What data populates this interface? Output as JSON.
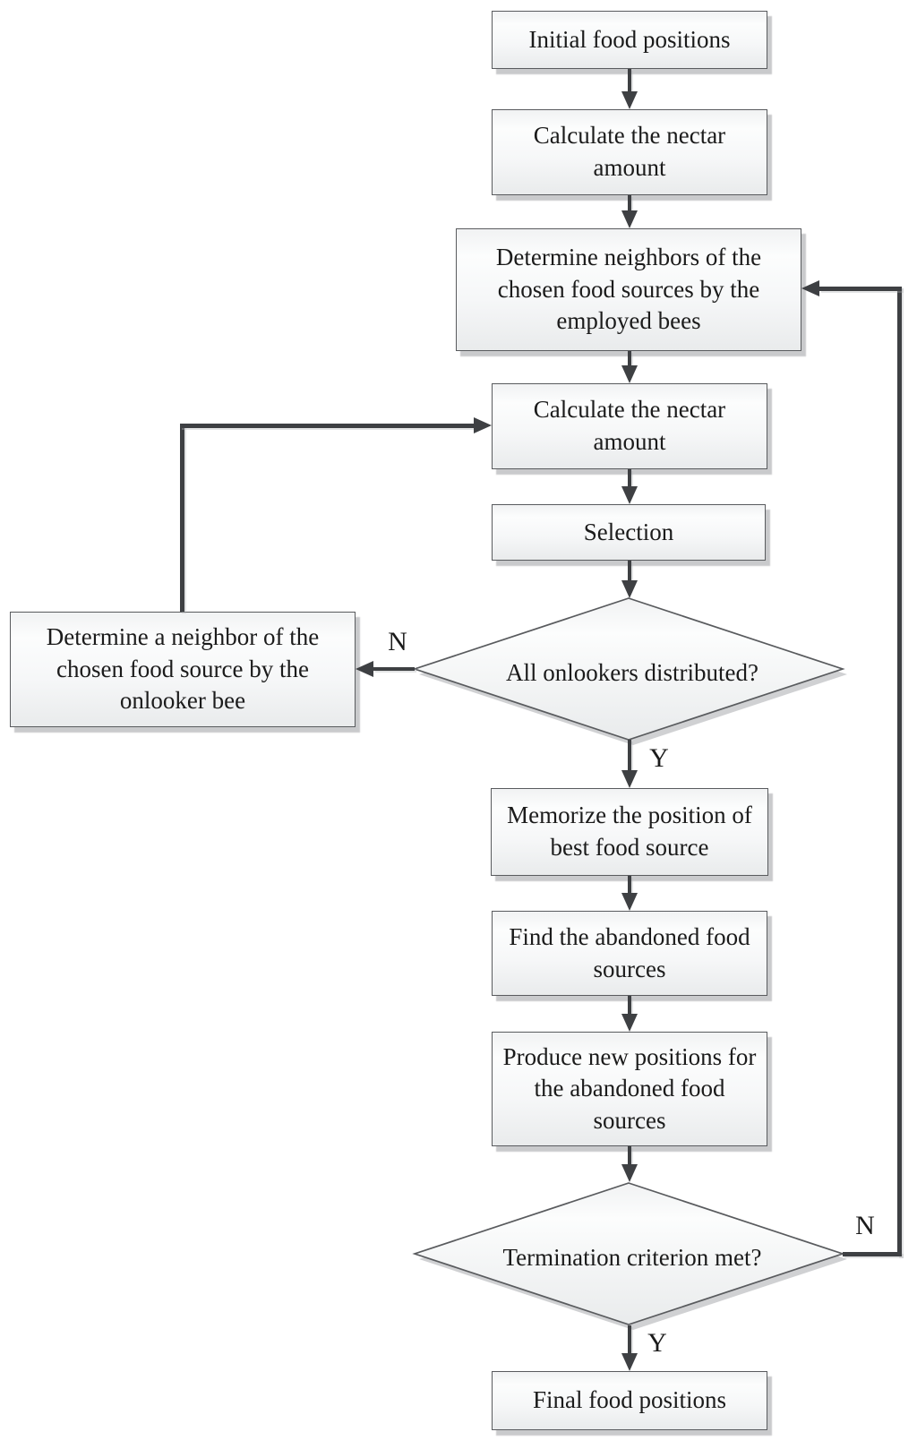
{
  "nodes": {
    "initial": {
      "type": "process",
      "label": "Initial food positions"
    },
    "calc_nectar_1": {
      "type": "process",
      "label": "Calculate the nectar amount"
    },
    "determine_employed": {
      "type": "process",
      "label": "Determine neighbors of the chosen food sources by the employed bees"
    },
    "calc_nectar_2": {
      "type": "process",
      "label": "Calculate the nectar amount"
    },
    "selection": {
      "type": "process",
      "label": "Selection"
    },
    "onlookers_decision": {
      "type": "decision",
      "label": "All onlookers distributed?"
    },
    "determine_onlooker": {
      "type": "process",
      "label": "Determine a neighbor of the chosen food source by the onlooker bee"
    },
    "memorize": {
      "type": "process",
      "label": "Memorize the position of best food source"
    },
    "find_abandoned": {
      "type": "process",
      "label": "Find the abandoned food sources"
    },
    "produce_new": {
      "type": "process",
      "label": "Produce new positions for the abandoned food sources"
    },
    "termination_decision": {
      "type": "decision",
      "label": "Termination criterion met?"
    },
    "final": {
      "type": "process",
      "label": "Final food positions"
    }
  },
  "edge_labels": {
    "onlookers_no": "N",
    "onlookers_yes": "Y",
    "termination_no": "N",
    "termination_yes": "Y"
  },
  "colors": {
    "background": "#ffffff",
    "node_border": "#595b5e",
    "node_fill_light": "#fcfdfd",
    "node_fill_dark": "#e9ebec",
    "connector": "#3e4043",
    "shadow": "#949699",
    "text": "#1b1b1b"
  }
}
